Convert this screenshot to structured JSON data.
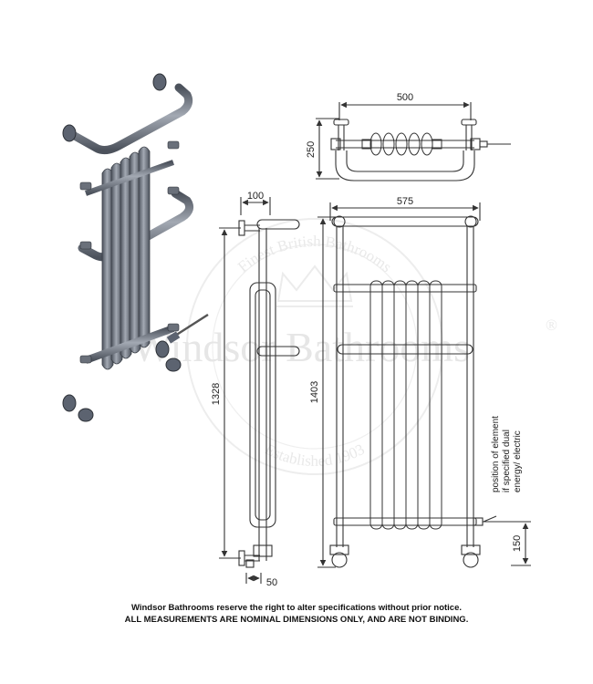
{
  "watermark": {
    "brand": "Windsor Bathrooms",
    "registered": "®",
    "ring_top": "Finest British Bathrooms",
    "ring_bottom": "Established 1903"
  },
  "dimensions": {
    "top_view_width": "500",
    "top_view_depth": "250",
    "overall_width": "575",
    "side_depth": "100",
    "inner_height": "1328",
    "overall_height": "1403",
    "wall_offset": "50",
    "element_height": "150"
  },
  "annotation": {
    "line1": "position of element",
    "line2": "if specified dual",
    "line3": "energy/ electric"
  },
  "footer": {
    "line1": "Windsor Bathrooms reserve the right to alter specifications without prior notice.",
    "line2": "ALL MEASUREMENTS ARE NOMINAL DIMENSIONS ONLY, AND ARE NOT BINDING."
  },
  "colors": {
    "line": "#333333",
    "metal_dark": "#5c6370",
    "metal_light": "#9aa0aa",
    "watermark": "#e6e6e6"
  }
}
